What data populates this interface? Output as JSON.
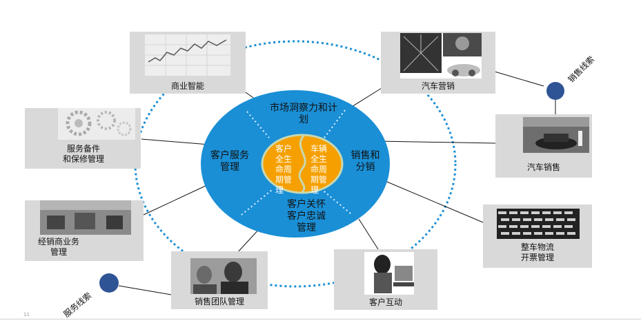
{
  "center": {
    "top": "市场洞察力和计\n划",
    "left": "客户服务\n管理",
    "right": "销售和\n分销",
    "bottom": "客户关怀\n客户忠诚\n管理",
    "core_left": "客户\n全生\n命周\n期管\n理",
    "core_right": "车辆\n全生\n命周\n期管\n理"
  },
  "boxes": {
    "bi": "商业智能",
    "auto_marketing": "汽车营销",
    "auto_sales": "汽车销售",
    "logistics": "整车物流\n开票管理",
    "customer_interaction": "客户互动",
    "sales_team": "销售团队管理",
    "dealer_business": "经销商业务\n管理",
    "service_parts": "服务备件\n和保修管理"
  },
  "tags": {
    "sales_leads": "销售线索",
    "service_leads": "服务线索"
  },
  "page_number": "11",
  "colors": {
    "ellipse": "#1a8fd6",
    "ring": "#1a8fd6",
    "core": "#f5a000",
    "core_edge": "#c8d8b0",
    "node": "#2f5496",
    "box": "#d9d9d9"
  }
}
